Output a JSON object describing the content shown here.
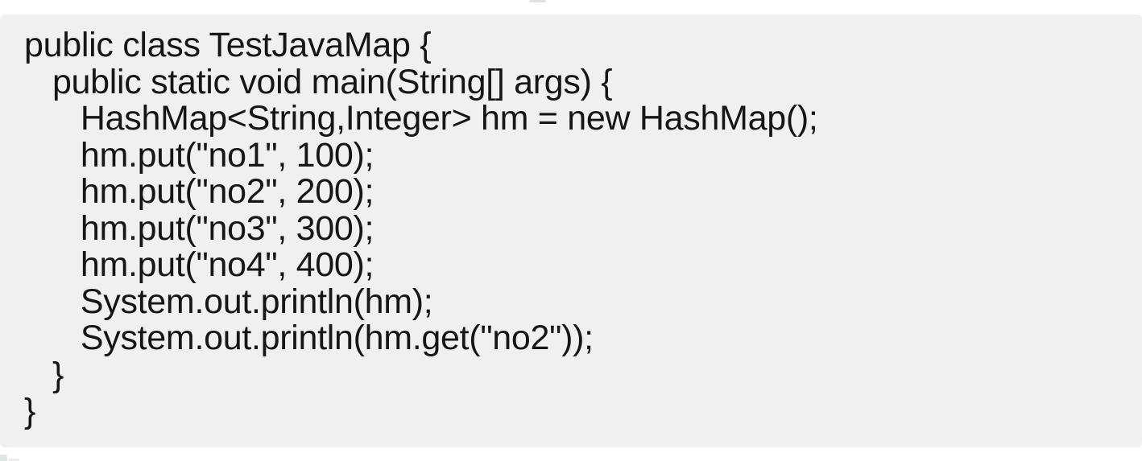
{
  "window": {
    "background_color": "#ffffff"
  },
  "code_panel": {
    "background_color": "#f0f0f1",
    "text_color": "#161616",
    "language": "java",
    "lines": [
      "public class TestJavaMap {",
      "   public static void main(String[] args) {",
      "      HashMap<String,Integer> hm = new HashMap();",
      "      hm.put(\"no1\", 100);",
      "      hm.put(\"no2\", 200);",
      "      hm.put(\"no3\", 300);",
      "      hm.put(\"no4\", 400);",
      "      System.out.println(hm);",
      "      System.out.println(hm.get(\"no2\"));",
      "   }",
      "}"
    ]
  }
}
